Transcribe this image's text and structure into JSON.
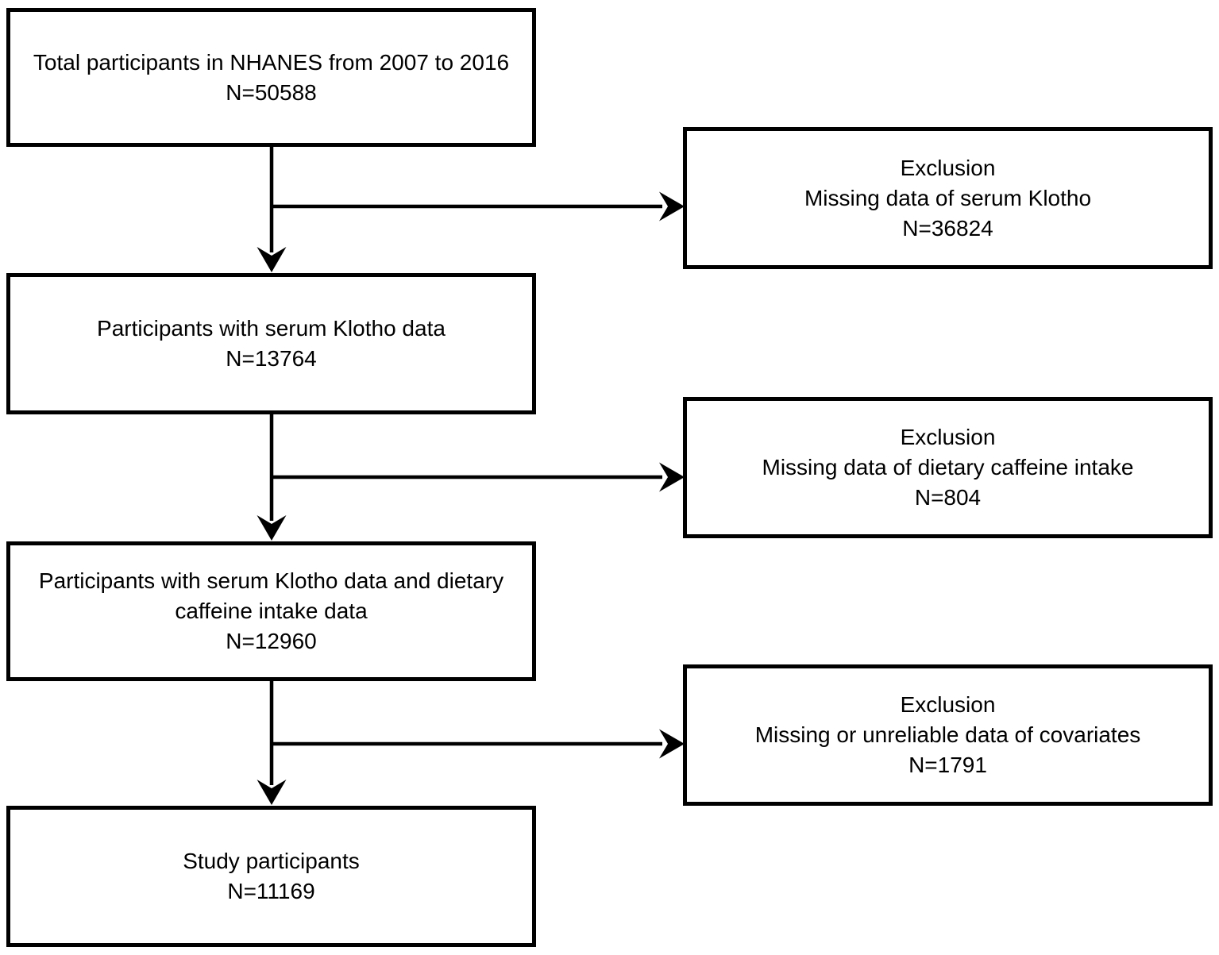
{
  "colors": {
    "line": "#000000",
    "box_border": "#000000",
    "text": "#000000",
    "background": "#ffffff"
  },
  "flow": {
    "main_boxes": [
      {
        "lines": [
          "Total participants in NHANES from 2007 to 2016",
          "N=50588"
        ]
      },
      {
        "lines": [
          "Participants with serum Klotho data",
          "N=13764"
        ]
      },
      {
        "lines": [
          "Participants with serum Klotho data and dietary",
          "caffeine intake data",
          "N=12960"
        ]
      },
      {
        "lines": [
          "Study participants",
          "N=11169"
        ]
      }
    ],
    "exclusion_boxes": [
      {
        "lines": [
          "Exclusion",
          "Missing data of serum Klotho",
          "N=36824"
        ]
      },
      {
        "lines": [
          "Exclusion",
          "Missing data of dietary caffeine intake",
          "N=804"
        ]
      },
      {
        "lines": [
          "Exclusion",
          "Missing or unreliable data of covariates",
          "N=1791"
        ]
      }
    ]
  }
}
